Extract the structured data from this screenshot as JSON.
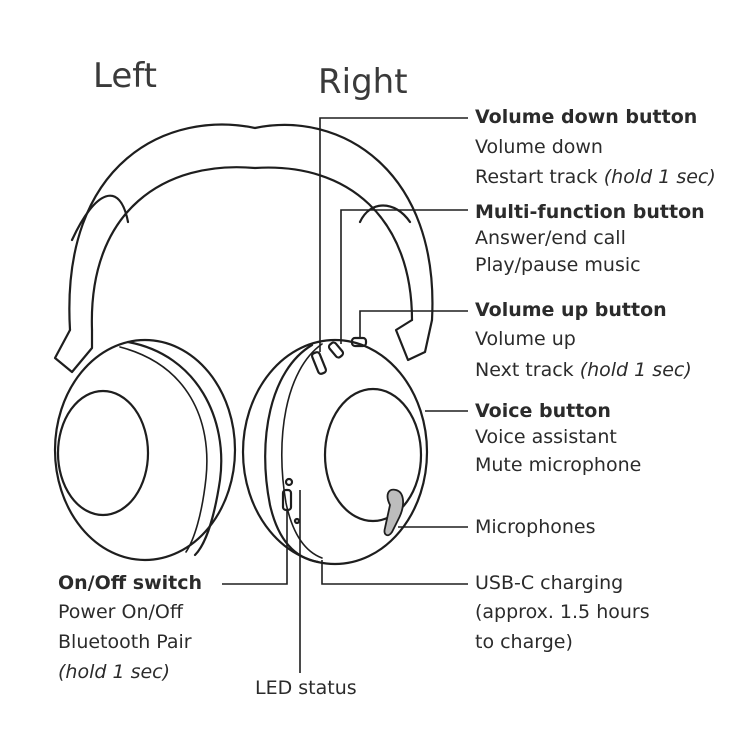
{
  "side_labels": {
    "left": "Left",
    "right": "Right"
  },
  "callouts": {
    "volume_down": {
      "title": "Volume down button",
      "line1": "Volume down",
      "line2": "Restart track",
      "line2_note": "(hold 1 sec)"
    },
    "multi_function": {
      "title": "Multi-function button",
      "line1": "Answer/end call",
      "line2": "Play/pause music"
    },
    "volume_up": {
      "title": "Volume up button",
      "line1": "Volume up",
      "line2": "Next track",
      "line2_note": "(hold 1 sec)"
    },
    "voice": {
      "title": "Voice button",
      "line1": "Voice assistant",
      "line2": "Mute microphone"
    },
    "microphones": {
      "title": "Microphones"
    },
    "usb_c": {
      "line1": "USB-C charging",
      "line2": "(approx. 1.5 hours",
      "line3": "to charge)"
    },
    "on_off": {
      "title": "On/Off switch",
      "line1": "Power On/Off",
      "line2": "Bluetooth Pair",
      "line3": "(hold 1 sec)"
    },
    "led": {
      "title": "LED status"
    }
  },
  "colors": {
    "stroke": "#1e1e1e",
    "band": "#c7c7c7",
    "mic": "#bdbdbd",
    "text": "#2b2b2b"
  }
}
